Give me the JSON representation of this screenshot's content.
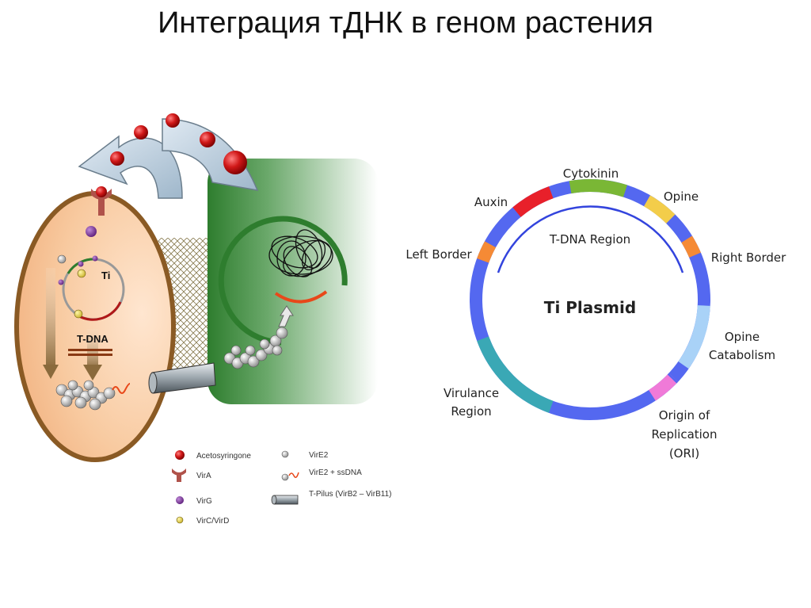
{
  "title": "Интеграция тДНК в геном растения",
  "cell_labels": {
    "ti": "Ti",
    "tdna": "T-DNA"
  },
  "legend": {
    "acetosyringone": "Acetosyringone",
    "vira": "VirA",
    "virg": "VirG",
    "vircd": "VirC/VirD",
    "vire2": "VirE2",
    "vire2_ssdna": "VirE2 + ssDNA",
    "tpilus": "T-Pilus (VirB2 – VirB11)"
  },
  "plasmid": {
    "name": "Ti Plasmid",
    "tdna_region": "T-DNA Region",
    "labels": {
      "cytokinin": "Cytokinin",
      "auxin": "Auxin",
      "opine": "Opine",
      "left_border": "Left Border",
      "right_border": "Right Border",
      "opine_catabolism_1": "Opine",
      "opine_catabolism_2": "Catabolism",
      "virulence_1": "Virulance",
      "virulence_2": "Region",
      "ori_1": "Origin of",
      "ori_2": "Replication",
      "ori_3": "(ORI)"
    }
  },
  "colors": {
    "backbone": "#5468f0",
    "cytokinin": "#7ab735",
    "auxin": "#e8202a",
    "opine": "#f3cd4a",
    "border": "#f58a35",
    "opine_catabolism": "#a9d2f7",
    "virulence": "#3aa8b5",
    "ori": "#f07ad8",
    "cell_outline": "#8a5a24",
    "plant_green": "#2e7d2e"
  }
}
